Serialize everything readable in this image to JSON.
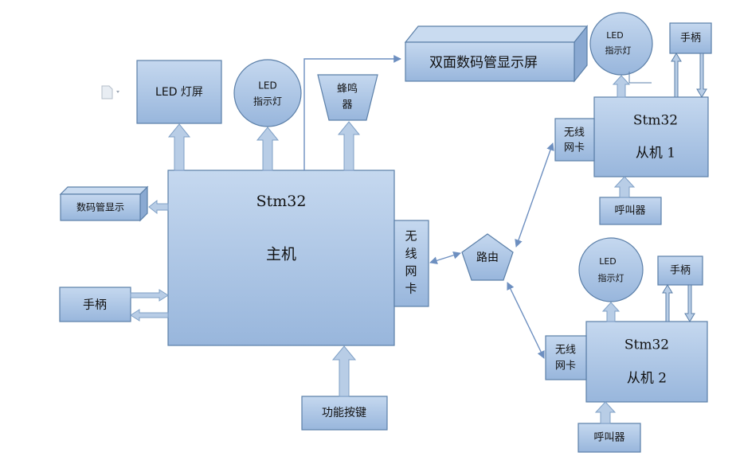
{
  "diagram": {
    "master": {
      "name": "Stm32",
      "role": "主机"
    },
    "master_wifi": [
      "无",
      "线",
      "网",
      "卡"
    ],
    "led_screen": "LED 灯屏",
    "led_indicator": [
      "LED",
      "指示灯"
    ],
    "buzzer": [
      "蜂鸣",
      "器"
    ],
    "dual_display": "双面数码管显示屏",
    "seg_display": "数码管显示",
    "handle": "手柄",
    "function_keys": "功能按键",
    "router": "路由",
    "slave1": {
      "name": "Stm32",
      "role": "从机 1",
      "wifi": [
        "无线",
        "网卡"
      ],
      "led": [
        "LED",
        "指示灯"
      ],
      "handle": "手柄",
      "caller": "呼叫器"
    },
    "slave2": {
      "name": "Stm32",
      "role": "从机 2",
      "wifi": [
        "无线",
        "网卡"
      ],
      "led": [
        "LED",
        "指示灯"
      ],
      "handle": "手柄",
      "caller": "呼叫器"
    }
  },
  "colors": {
    "box_fill": "#a9c3e3",
    "box_stroke": "#5b7fa8",
    "arrow_fill": "#b8cde6",
    "line": "#6d8fc0"
  }
}
